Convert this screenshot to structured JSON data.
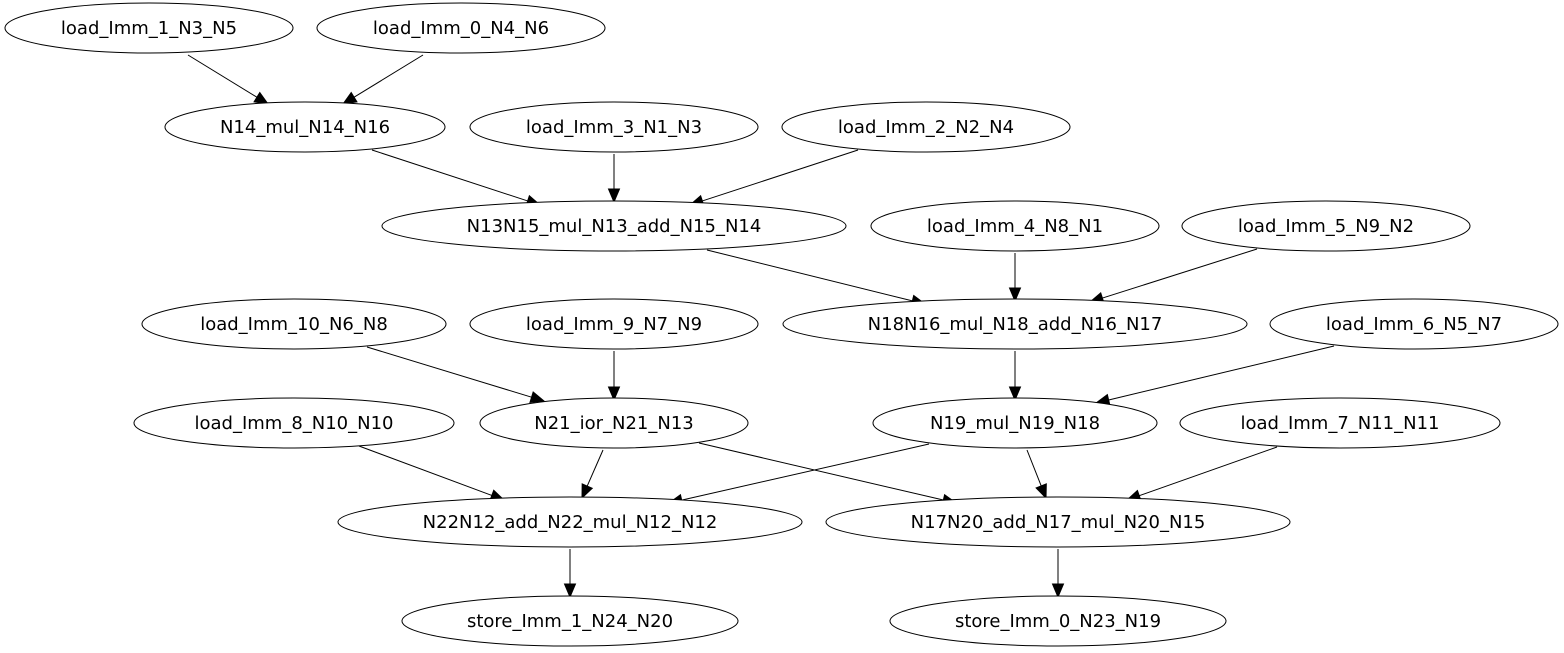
{
  "graph": {
    "nodes": [
      {
        "id": "load_Imm_1_N3_N5",
        "label": "load_Imm_1_N3_N5"
      },
      {
        "id": "load_Imm_0_N4_N6",
        "label": "load_Imm_0_N4_N6"
      },
      {
        "id": "N14_mul_N14_N16",
        "label": "N14_mul_N14_N16"
      },
      {
        "id": "load_Imm_3_N1_N3",
        "label": "load_Imm_3_N1_N3"
      },
      {
        "id": "load_Imm_2_N2_N4",
        "label": "load_Imm_2_N2_N4"
      },
      {
        "id": "N13N15_mul_N13_add_N15_N14",
        "label": "N13N15_mul_N13_add_N15_N14"
      },
      {
        "id": "load_Imm_4_N8_N1",
        "label": "load_Imm_4_N8_N1"
      },
      {
        "id": "load_Imm_5_N9_N2",
        "label": "load_Imm_5_N9_N2"
      },
      {
        "id": "load_Imm_10_N6_N8",
        "label": "load_Imm_10_N6_N8"
      },
      {
        "id": "load_Imm_9_N7_N9",
        "label": "load_Imm_9_N7_N9"
      },
      {
        "id": "N18N16_mul_N18_add_N16_N17",
        "label": "N18N16_mul_N18_add_N16_N17"
      },
      {
        "id": "load_Imm_6_N5_N7",
        "label": "load_Imm_6_N5_N7"
      },
      {
        "id": "load_Imm_8_N10_N10",
        "label": "load_Imm_8_N10_N10"
      },
      {
        "id": "N21_ior_N21_N13",
        "label": "N21_ior_N21_N13"
      },
      {
        "id": "N19_mul_N19_N18",
        "label": "N19_mul_N19_N18"
      },
      {
        "id": "load_Imm_7_N11_N11",
        "label": "load_Imm_7_N11_N11"
      },
      {
        "id": "N22N12_add_N22_mul_N12_N12",
        "label": "N22N12_add_N22_mul_N12_N12"
      },
      {
        "id": "N17N20_add_N17_mul_N20_N15",
        "label": "N17N20_add_N17_mul_N20_N15"
      },
      {
        "id": "store_Imm_1_N24_N20",
        "label": "store_Imm_1_N24_N20"
      },
      {
        "id": "store_Imm_0_N23_N19",
        "label": "store_Imm_0_N23_N19"
      }
    ],
    "edges": [
      {
        "from": "load_Imm_1_N3_N5",
        "to": "N14_mul_N14_N16"
      },
      {
        "from": "load_Imm_0_N4_N6",
        "to": "N14_mul_N14_N16"
      },
      {
        "from": "N14_mul_N14_N16",
        "to": "N13N15_mul_N13_add_N15_N14"
      },
      {
        "from": "load_Imm_3_N1_N3",
        "to": "N13N15_mul_N13_add_N15_N14"
      },
      {
        "from": "load_Imm_2_N2_N4",
        "to": "N13N15_mul_N13_add_N15_N14"
      },
      {
        "from": "N13N15_mul_N13_add_N15_N14",
        "to": "N18N16_mul_N18_add_N16_N17"
      },
      {
        "from": "load_Imm_4_N8_N1",
        "to": "N18N16_mul_N18_add_N16_N17"
      },
      {
        "from": "load_Imm_5_N9_N2",
        "to": "N18N16_mul_N18_add_N16_N17"
      },
      {
        "from": "load_Imm_10_N6_N8",
        "to": "N21_ior_N21_N13"
      },
      {
        "from": "load_Imm_9_N7_N9",
        "to": "N21_ior_N21_N13"
      },
      {
        "from": "N18N16_mul_N18_add_N16_N17",
        "to": "N19_mul_N19_N18"
      },
      {
        "from": "load_Imm_6_N5_N7",
        "to": "N19_mul_N19_N18"
      },
      {
        "from": "load_Imm_8_N10_N10",
        "to": "N22N12_add_N22_mul_N12_N12"
      },
      {
        "from": "N21_ior_N21_N13",
        "to": "N22N12_add_N22_mul_N12_N12"
      },
      {
        "from": "N21_ior_N21_N13",
        "to": "N17N20_add_N17_mul_N20_N15"
      },
      {
        "from": "N19_mul_N19_N18",
        "to": "N22N12_add_N22_mul_N12_N12"
      },
      {
        "from": "N19_mul_N19_N18",
        "to": "N17N20_add_N17_mul_N20_N15"
      },
      {
        "from": "load_Imm_7_N11_N11",
        "to": "N17N20_add_N17_mul_N20_N15"
      },
      {
        "from": "N22N12_add_N22_mul_N12_N12",
        "to": "store_Imm_1_N24_N20"
      },
      {
        "from": "N17N20_add_N17_mul_N20_N15",
        "to": "store_Imm_0_N23_N19"
      }
    ]
  }
}
